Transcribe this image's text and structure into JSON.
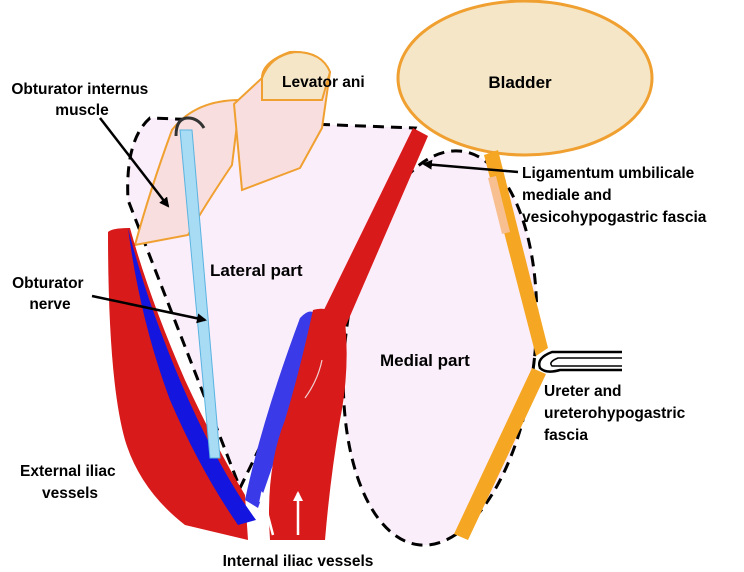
{
  "labels": {
    "obturator_internus": [
      "Obturator internus",
      "muscle"
    ],
    "levator_ani": "Levator ani",
    "bladder": "Bladder",
    "ligamentum": [
      "Ligamentum umbilicale",
      "mediale and",
      "vesicohypogastric fascia"
    ],
    "obturator_nerve": [
      "Obturator",
      "nerve"
    ],
    "lateral_part": "Lateral part",
    "medial_part": "Medial part",
    "ureter": [
      "Ureter and",
      "ureterohypogastric",
      "fascia"
    ],
    "external_iliac": [
      "External iliac",
      "vessels"
    ],
    "internal_iliac": "Internal iliac vessels"
  },
  "colors": {
    "bladder_fill": "#f5e6c8",
    "outline_orange": "#f0a030",
    "fascia_orange": "#f5a623",
    "vessel_red": "#d91a1a",
    "vein_blue": "#1515e0",
    "nerve_light_blue": "#a8dcf5",
    "region_pink": "#fbeefb",
    "muscle_fill": "#f8dede"
  }
}
